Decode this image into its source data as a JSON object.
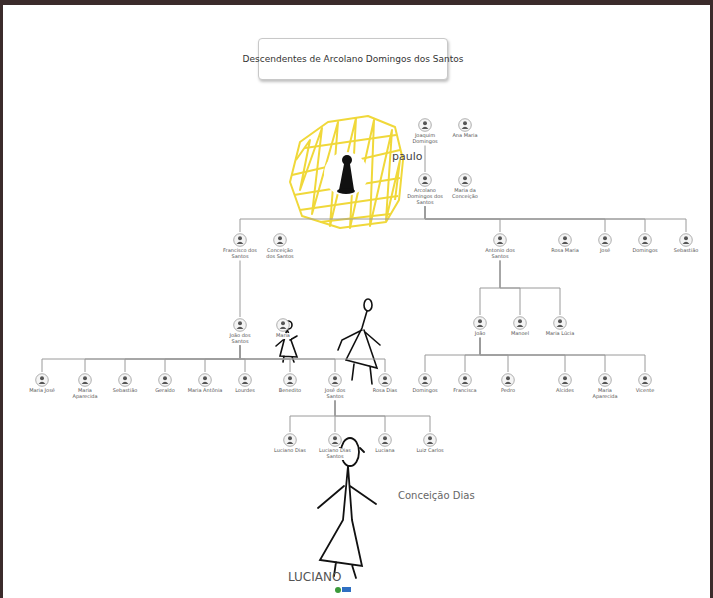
{
  "diagram": {
    "title": "Descendentes de Arcolano Domingos dos Santos",
    "nodes": [
      {
        "text": [
          "Joaquim Domingos"
        ]
      },
      {
        "text": [
          "Ana Maria"
        ]
      },
      {
        "text": [
          "Arcolano Domingos dos Santos"
        ]
      },
      {
        "text": [
          "Maria da Conceição"
        ]
      },
      {
        "text": [
          "Francisco dos Santos"
        ]
      },
      {
        "text": [
          "Conceição dos Santos"
        ]
      },
      {
        "text": [
          "Antonio dos Santos"
        ]
      },
      {
        "text": [
          "Rosa Maria"
        ]
      },
      {
        "text": [
          "José"
        ]
      },
      {
        "text": [
          "Domingos"
        ]
      },
      {
        "text": [
          "Sebastião"
        ]
      },
      {
        "text": [
          "João dos Santos"
        ]
      },
      {
        "text": [
          "Maria"
        ]
      },
      {
        "text": [
          "João"
        ]
      },
      {
        "text": [
          "Manoel"
        ]
      },
      {
        "text": [
          "Maria Lúcia"
        ]
      },
      {
        "text": [
          "Maria José"
        ]
      },
      {
        "text": [
          "Maria Aparecida"
        ]
      },
      {
        "text": [
          "Sebastião"
        ]
      },
      {
        "text": [
          "Geraldo"
        ]
      },
      {
        "text": [
          "Maria Antônia"
        ]
      },
      {
        "text": [
          "Lourdes"
        ]
      },
      {
        "text": [
          "Benedito"
        ]
      },
      {
        "text": [
          "José dos Santos"
        ]
      },
      {
        "text": [
          "Rosa Dias"
        ]
      },
      {
        "text": [
          "Domingos"
        ]
      },
      {
        "text": [
          "Francisca"
        ]
      },
      {
        "text": [
          "Pedro"
        ]
      },
      {
        "text": [
          "Alcides"
        ]
      },
      {
        "text": [
          "Maria Aparecida"
        ]
      },
      {
        "text": [
          "Vicente"
        ]
      },
      {
        "text": [
          "Luciano Dias"
        ]
      },
      {
        "text": [
          "Luciano Dias Santos"
        ]
      },
      {
        "text": [
          "Luciana"
        ]
      },
      {
        "text": [
          "Luiz Carlos"
        ]
      }
    ],
    "edges": [
      {
        "from": 0,
        "to": 2,
        "arrow": "none"
      },
      {
        "from": 2,
        "to": 4,
        "arrow": "none"
      },
      {
        "from": 2,
        "to": 6,
        "arrow": "none"
      },
      {
        "from": 2,
        "to": 8,
        "arrow": "none"
      },
      {
        "from": 2,
        "to": 9,
        "arrow": "none"
      },
      {
        "from": 2,
        "to": 10,
        "arrow": "none"
      },
      {
        "from": 4,
        "to": 11,
        "arrow": "none"
      },
      {
        "from": 6,
        "to": 13,
        "arrow": "none"
      },
      {
        "from": 6,
        "to": 14,
        "arrow": "none"
      },
      {
        "from": 6,
        "to": 15,
        "arrow": "none"
      },
      {
        "from": 11,
        "to": 16,
        "arrow": "none"
      },
      {
        "from": 11,
        "to": 17,
        "arrow": "none"
      },
      {
        "from": 11,
        "to": 18,
        "arrow": "none"
      },
      {
        "from": 11,
        "to": 19,
        "arrow": "none"
      },
      {
        "from": 11,
        "to": 20,
        "arrow": "none"
      },
      {
        "from": 11,
        "to": 21,
        "arrow": "none"
      },
      {
        "from": 11,
        "to": 22,
        "arrow": "none"
      },
      {
        "from": 11,
        "to": 23,
        "arrow": "none"
      },
      {
        "from": 11,
        "to": 24,
        "arrow": "none"
      },
      {
        "from": 13,
        "to": 25,
        "arrow": "none"
      },
      {
        "from": 13,
        "to": 26,
        "arrow": "none"
      },
      {
        "from": 13,
        "to": 27,
        "arrow": "none"
      },
      {
        "from": 13,
        "to": 28,
        "arrow": "none"
      },
      {
        "from": 13,
        "to": 29,
        "arrow": "none"
      },
      {
        "from": 13,
        "to": 30,
        "arrow": "none"
      },
      {
        "from": 23,
        "to": 31,
        "arrow": "none"
      },
      {
        "from": 23,
        "to": 32,
        "arrow": "none"
      },
      {
        "from": 23,
        "to": 33,
        "arrow": "none"
      },
      {
        "from": 23,
        "to": 34,
        "arrow": "none"
      }
    ],
    "labels": [
      "paulo",
      "Conceição Dias",
      "LUCIANO"
    ]
  }
}
